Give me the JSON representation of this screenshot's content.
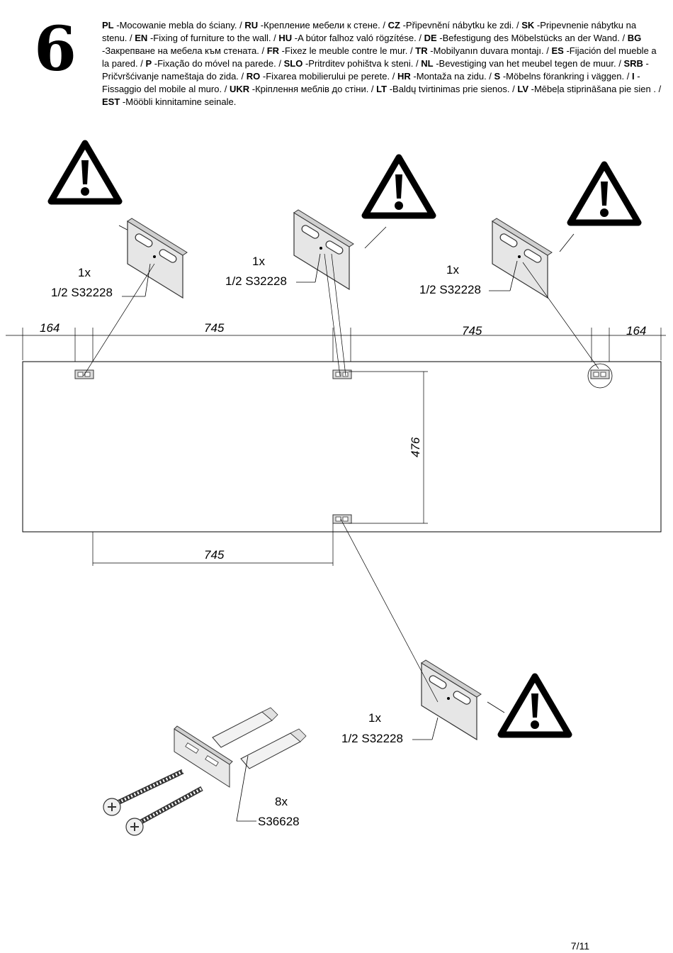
{
  "step": {
    "number": "6"
  },
  "instructions": [
    {
      "code": "PL",
      "text": "-Mocowanie mebla do ściany. /"
    },
    {
      "code": "RU",
      "text": "-Крепление мебели к стене. /"
    },
    {
      "code": "CZ",
      "text": "-Připevnění nábytku ke zdi. /"
    },
    {
      "code": "SK",
      "text": "-Pripevnenie nábytku na stenu. /"
    },
    {
      "code": "EN",
      "text": "-Fixing of furniture to the wall. /"
    },
    {
      "code": "HU",
      "text": "-A bútor falhoz való rögzítése. /"
    },
    {
      "code": "DE",
      "text": "-Befestigung des Möbelstücks an der Wand. /"
    },
    {
      "code": "BG",
      "text": "-Закрепване на мебела към стената. /"
    },
    {
      "code": "FR",
      "text": "-Fixez le meuble contre le mur. /"
    },
    {
      "code": "TR",
      "text": "-Mobilyanın duvara montajı. /"
    },
    {
      "code": "ES",
      "text": "-Fijación del mueble a la pared. /"
    },
    {
      "code": "P",
      "text": "-Fixação do móvel na parede. /"
    },
    {
      "code": "SLO",
      "text": "-Pritrditev pohištva k steni. /"
    },
    {
      "code": "NL",
      "text": "-Bevestiging van het meubel tegen de muur. /"
    },
    {
      "code": "SRB",
      "text": "-Pričvršćivanje nameštaja do zida. /"
    },
    {
      "code": "RO",
      "text": "-Fixarea mobilierului pe perete. /"
    },
    {
      "code": "HR",
      "text": "-Montaža na zidu. /"
    },
    {
      "code": "S",
      "text": "-Möbelns förankring i väggen. /"
    },
    {
      "code": "I",
      "text": "-Fissaggio del mobile al muro. /"
    },
    {
      "code": "UKR",
      "text": "-Кріплення меблів до стіни. /"
    },
    {
      "code": "LT",
      "text": "-Baldų tvirtinimas prie sienos. /"
    },
    {
      "code": "LV",
      "text": "-Mēbeļa stiprināšana pie sien          . /"
    },
    {
      "code": "EST",
      "text": "-Mööbli kinnitamine seinale."
    }
  ],
  "parts": {
    "bracket_qty": "1x",
    "bracket_code": "1/2 S32228",
    "screw_qty": "8x",
    "screw_code": "S36628"
  },
  "dimensions": {
    "left_edge": "164",
    "spacing_top_left": "745",
    "spacing_top_right": "745",
    "right_edge": "164",
    "height": "476",
    "spacing_bottom": "745"
  },
  "page": {
    "number": "7/11"
  }
}
